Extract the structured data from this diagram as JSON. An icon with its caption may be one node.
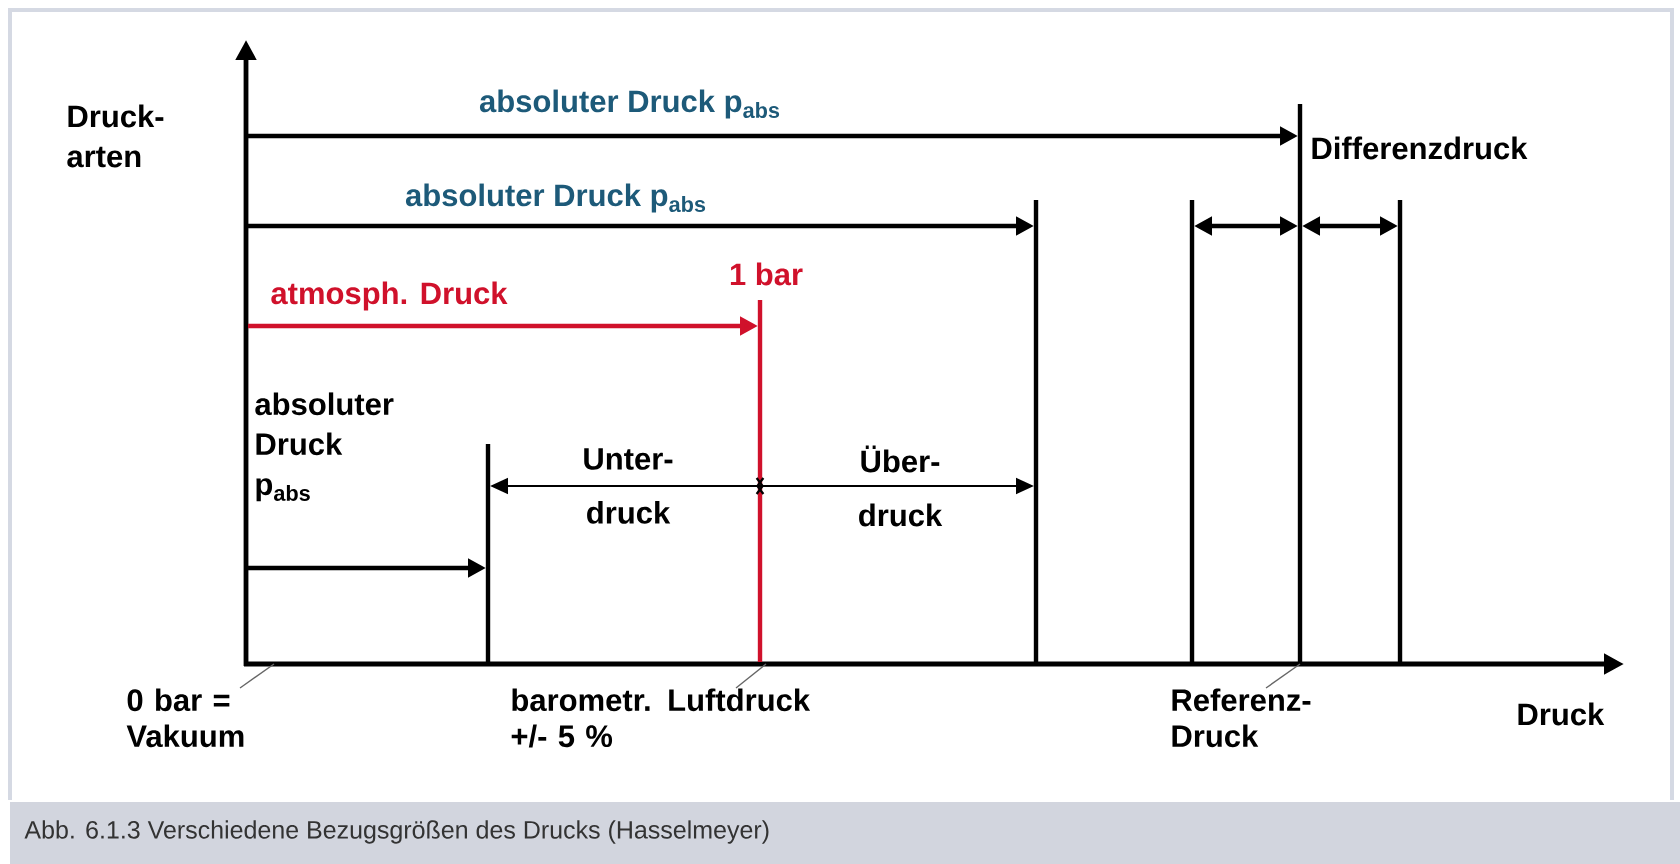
{
  "diagram": {
    "caption": "Abb. 6.1.3 Verschiedene Bezugsgrößen des Drucks (Hasselmeyer)",
    "nodes": [
      {
        "text": [
          "0 bar = Vakuum"
        ]
      },
      {
        "text": [
          "barometr. Luftdruck +/- 5 %"
        ]
      },
      {
        "text": [
          "Referenz- Druck"
        ]
      }
    ],
    "edges": [
      {
        "from": 0,
        "to": null,
        "arrow": "none"
      },
      {
        "from": 1,
        "to": null,
        "arrow": "none"
      },
      {
        "from": 2,
        "to": null,
        "arrow": "none"
      }
    ],
    "labels": [
      "Druck- arten",
      "absoluter Druck p$_{abs}$",
      "Differenzdruck",
      "absoluter Druck p$_{abs}$",
      "1 bar",
      "atmosph. Druck",
      "absoluter Druck p$_{abs}$",
      "Unter- druck",
      "Über- druck",
      "Druck"
    ]
  }
}
